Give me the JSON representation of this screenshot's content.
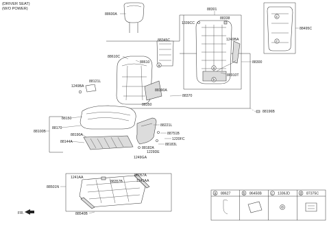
{
  "header": {
    "line1": "(DRIVER SEAT)",
    "line2": "(W/O POWER)"
  },
  "orientation": "FR.",
  "parts": {
    "headrest": "88600A",
    "frame_assembly": "88301",
    "back_assembly": "88300",
    "back_cover": "88495C",
    "p1339CC": "1339CC",
    "p88338": "88338",
    "p1249BA_top": "1249BA",
    "p88910T": "88910T",
    "p88345C": "88345C",
    "p88610C": "88610C",
    "p88610": "88610",
    "p1249BA_left": "1249BA",
    "p88121L": "88121L",
    "p88390A": "88390A",
    "p88370": "88370",
    "p88350": "88350",
    "p88196B": "88196B",
    "cushion_assembly": "88100B",
    "p88150": "88150",
    "p88170": "88170",
    "p88190A": "88190A",
    "p88144A": "88144A",
    "p88221L": "88221L",
    "p88751B": "88751B",
    "p1220FC": "1220FC",
    "p88183L": "88183L",
    "p88182A": "88182A",
    "p1229DE": "1229DE",
    "p1249GA": "1249GA",
    "p1241AA_a": "1241AA",
    "p88357B": "88357B",
    "p88057A": "88057A",
    "p1241AA_b": "1241AA",
    "track_assembly": "88501N",
    "p88540B": "88540B"
  },
  "callouts": [
    "a",
    "b",
    "c"
  ],
  "legend": [
    {
      "key": "a",
      "part": "88627"
    },
    {
      "key": "b",
      "part": "86450B"
    },
    {
      "key": "c",
      "part": "1336JD"
    },
    {
      "key": "d",
      "part": "87375C"
    }
  ]
}
